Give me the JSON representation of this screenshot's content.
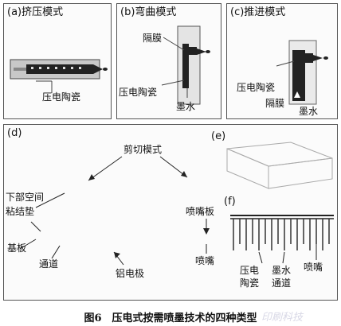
{
  "panel_a": {
    "title": "(a)挤压模式",
    "piezo": "压电陶瓷"
  },
  "panel_b": {
    "title": "(b)弯曲模式",
    "diaphragm": "隔膜",
    "piezo": "压电陶瓷",
    "ink": "墨水"
  },
  "panel_c": {
    "title": "(c)推进模式",
    "piezo": "压电陶瓷",
    "diaphragm": "隔膜",
    "ink": "墨水"
  },
  "panel_d": {
    "title": "(d)",
    "shear": "剪切模式",
    "space": "下部空间",
    "pad": "粘结垫",
    "substrate": "基板",
    "channel": "通道",
    "electrode": "铝电极",
    "nozzle_plate": "喷嘴板",
    "nozzle": "喷嘴"
  },
  "panel_e": {
    "title": "(e)"
  },
  "panel_f": {
    "title": "(f)",
    "piezo_line1": "压电",
    "piezo_line2": "陶瓷",
    "ink_line1": "墨水",
    "ink_line2": "通道",
    "nozzle": "喷嘴"
  },
  "caption": "图6　压电式按需喷墨技术的四种类型",
  "watermark": "印刷科技"
}
